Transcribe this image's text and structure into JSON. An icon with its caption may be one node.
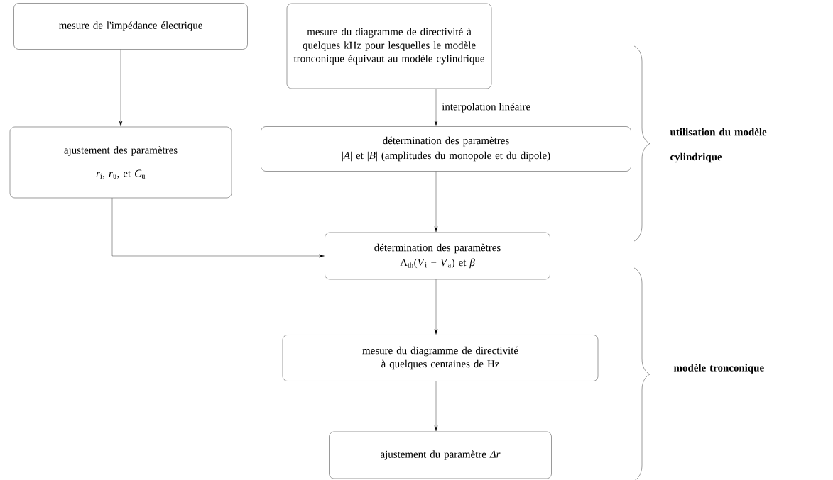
{
  "diagram": {
    "nodes": [
      {
        "text": [
          "mesure de l'impédance électrique"
        ]
      },
      {
        "text": [
          "mesure du diagramme de directivité à quelques kHz pour lesquelles le modèle tronconique équivaut au modèle cylindrique"
        ]
      },
      {
        "text": [
          "ajustement des paramètres",
          "*r*$_{i}$, *r*$_{u}$, et *C*$_{u}$"
        ]
      },
      {
        "text": [
          "détermination des paramètres",
          "|*A*| et |*B*| (amplitudes du monopole et du dipole)"
        ]
      },
      {
        "text": [
          "détermination des paramètres",
          "Λ$_{th}$(*V*$_{i}$ − *V*$_{a}$) et *β*"
        ]
      },
      {
        "text": [
          "mesure du diagramme de directivité à quelques centaines de Hz"
        ]
      },
      {
        "text": [
          "ajustement du paramètre *Δr*"
        ]
      }
    ],
    "edges": [
      {
        "from": 0,
        "to": 2,
        "arrow": "to"
      },
      {
        "from": 1,
        "to": 3,
        "arrow": "to",
        "label": "interpolation linéaire"
      },
      {
        "from": 2,
        "to": 4,
        "arrow": "to"
      },
      {
        "from": 3,
        "to": 4,
        "arrow": "to"
      },
      {
        "from": 4,
        "to": 5,
        "arrow": "to"
      },
      {
        "from": 5,
        "to": 6,
        "arrow": "to"
      }
    ],
    "labels": [
      "utilisation du modèle cylindrique",
      "modèle tronconique"
    ]
  }
}
